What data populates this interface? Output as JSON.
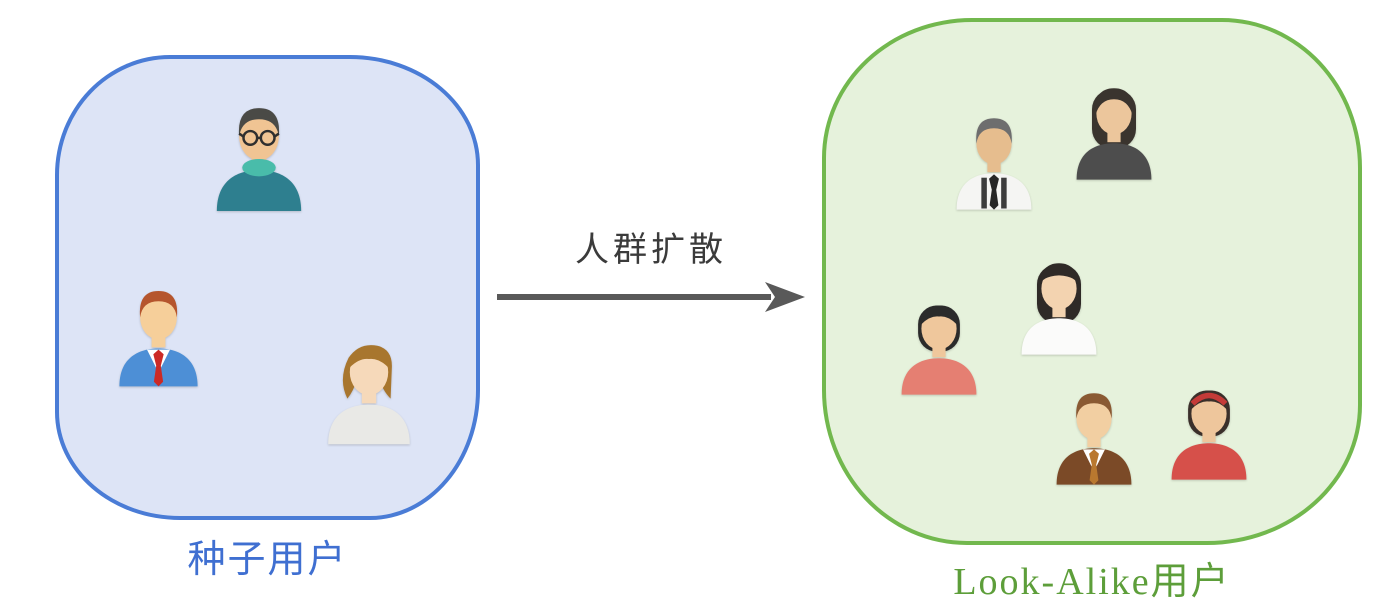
{
  "colors": {
    "seed_fill": "#dde4f6",
    "seed_border": "#4a7cd6",
    "seed_label": "#3f6fd1",
    "lookalike_fill": "#e6f2dc",
    "lookalike_border": "#72b84e",
    "lookalike_label": "#5d9e3a",
    "arrow": "#595959",
    "arrow_label": "#3b3b3b"
  },
  "seed_group": {
    "label": "种子用户",
    "avatars": [
      {
        "name": "man-glasses-scarf-avatar",
        "hairStyle": "short",
        "hair": "#4a4a46",
        "skin": "#f0c493",
        "shirt": "#2e7f8f",
        "scarf": "#49bcaa",
        "glasses": true
      },
      {
        "name": "man-blue-suit-red-tie-avatar",
        "hairStyle": "short",
        "hair": "#b5552d",
        "skin": "#f6cf9a",
        "shirt": "#4d8fd6",
        "lapel": "#ffffff",
        "tie": "#cc2a26"
      },
      {
        "name": "woman-brown-hair-white-top-avatar",
        "hairStyle": "side",
        "hair": "#a8762e",
        "skin": "#f6d9ba",
        "shirt": "#e9e9e6"
      }
    ]
  },
  "arrow": {
    "label": "人群扩散"
  },
  "lookalike_group": {
    "label": "Look-Alike用户",
    "avatars": [
      {
        "name": "man-gray-hair-suspenders-avatar",
        "hairStyle": "short",
        "hair": "#6e6e6e",
        "skin": "#e6bd8e",
        "shirt": "#f5f5f3",
        "tie": "#262626",
        "suspenders": true
      },
      {
        "name": "woman-dark-jacket-avatar",
        "hairStyle": "long",
        "hair": "#3a342e",
        "skin": "#ecc69c",
        "shirt": "#4d4d4d"
      },
      {
        "name": "woman-black-bob-coral-top-avatar",
        "hairStyle": "bob",
        "hair": "#2b2b2b",
        "skin": "#efc79c",
        "shirt": "#e57f72"
      },
      {
        "name": "woman-bangs-white-top-avatar",
        "hairStyle": "bangs-long",
        "hair": "#2f2a27",
        "skin": "#f3d3b0",
        "shirt": "#fbfbfa"
      },
      {
        "name": "man-brown-suit-avatar",
        "hairStyle": "short",
        "hair": "#8a5a33",
        "skin": "#f2cfa2",
        "shirt": "#7b4a27",
        "lapel": "#ffffff",
        "tie": "#b9782f"
      },
      {
        "name": "woman-red-headband-avatar",
        "hairStyle": "bob",
        "hair": "#3a2f2a",
        "skin": "#eec69c",
        "shirt": "#d6504a",
        "headband": "#c43a38"
      }
    ]
  }
}
